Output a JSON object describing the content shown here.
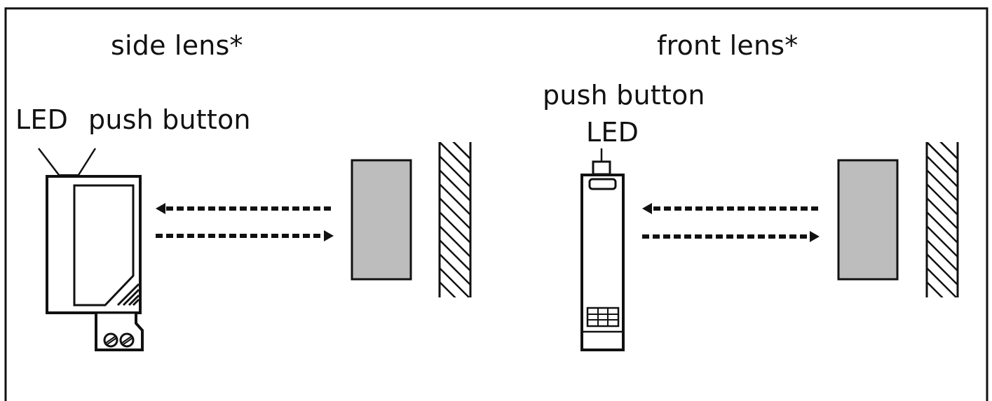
{
  "side": {
    "title": "side lens*",
    "led_label": "LED",
    "push_label": "push button"
  },
  "front": {
    "title": "front lens*",
    "push_label": "push button",
    "led_label": "LED"
  },
  "colors": {
    "stroke": "#111111",
    "target_fill": "#bdbdbd",
    "background": "#ffffff"
  }
}
